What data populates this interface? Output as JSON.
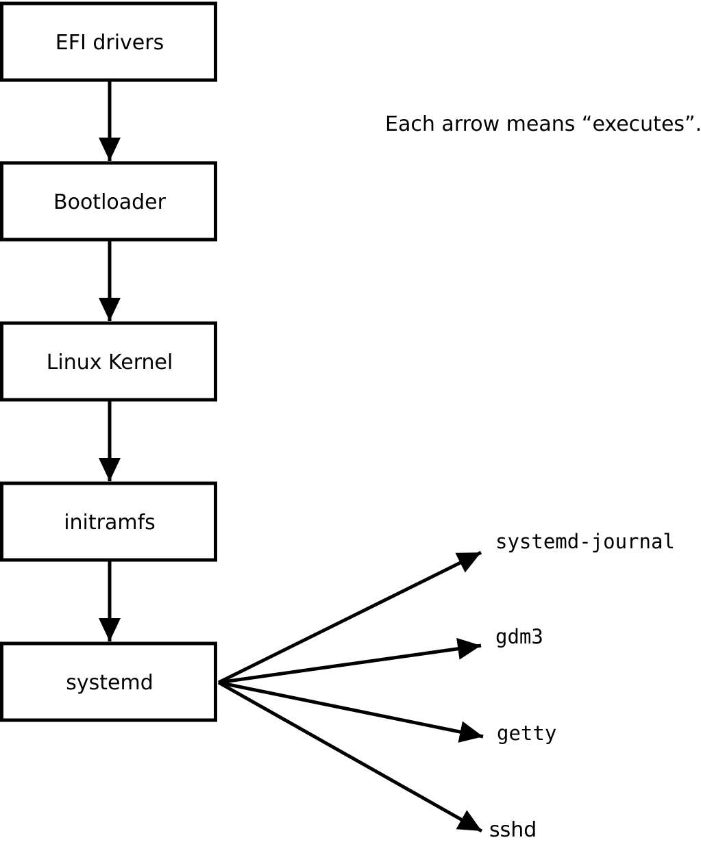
{
  "note": "Each arrow means “executes”.",
  "boot_chain": [
    {
      "label": "EFI drivers"
    },
    {
      "label": "Bootloader"
    },
    {
      "label": "Linux Kernel"
    },
    {
      "label": "initramfs"
    },
    {
      "label": "systemd"
    }
  ],
  "spawned_processes": [
    {
      "label": "systemd-journal"
    },
    {
      "label": "gdm3"
    },
    {
      "label": "getty"
    },
    {
      "label": "sshd"
    }
  ],
  "colors": {
    "stroke": "#000000",
    "box_fill": "#ffffff",
    "background": "#ffffff"
  },
  "relationship": "executes"
}
